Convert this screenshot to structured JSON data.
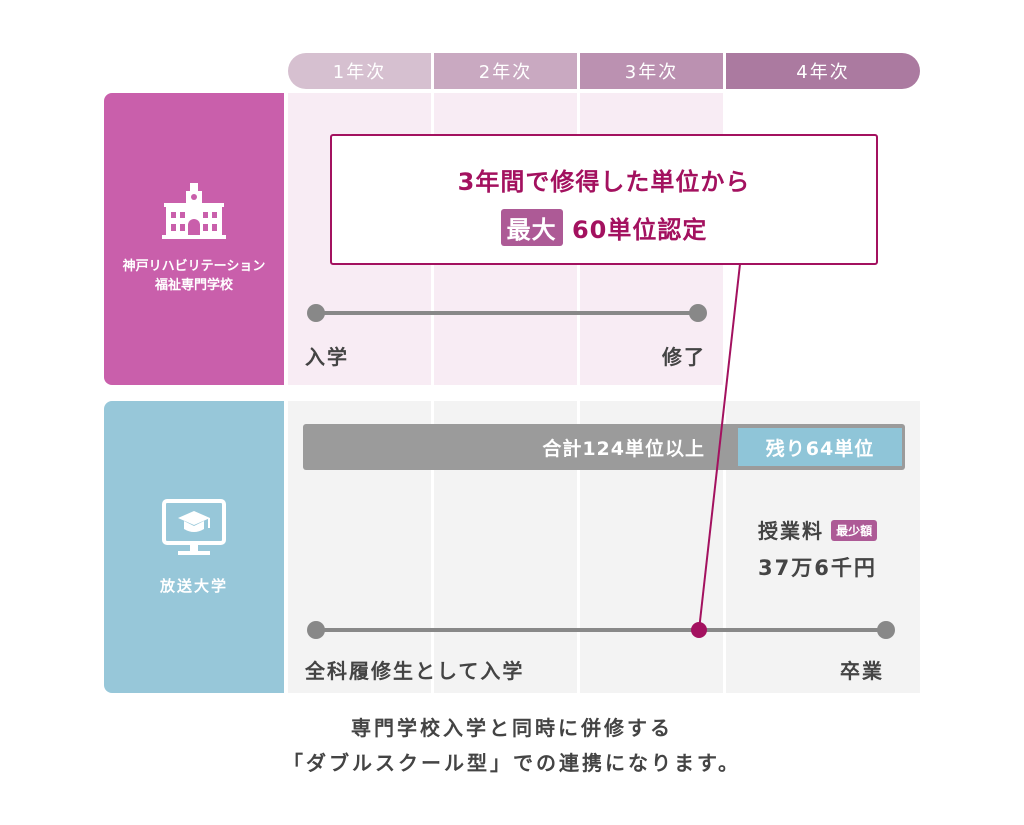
{
  "years": [
    "1年次",
    "2年次",
    "3年次",
    "4年次"
  ],
  "school": {
    "name_line1": "神戸リハビリテーション",
    "name_line2": "福祉専門学校",
    "icon": "school-building-icon",
    "start_label": "入学",
    "end_label": "修了",
    "color": "#c95fab"
  },
  "university": {
    "name": "放送大学",
    "icon": "graduation-monitor-icon",
    "start_label": "全科履修生として入学",
    "end_label": "卒業",
    "total_label": "合計124単位以上",
    "remaining_label": "残り64単位",
    "fee_label": "授業料",
    "fee_badge": "最少額",
    "fee_value": "37万6千円",
    "color": "#97c7d9"
  },
  "callout": {
    "line1": "3年間で修得した単位から",
    "badge": "最大",
    "line2": "60単位認定",
    "color": "#a3115f"
  },
  "footer": {
    "line1": "専門学校入学と同時に併修する",
    "line2": "「ダブルスクール型」での連携になります。"
  }
}
